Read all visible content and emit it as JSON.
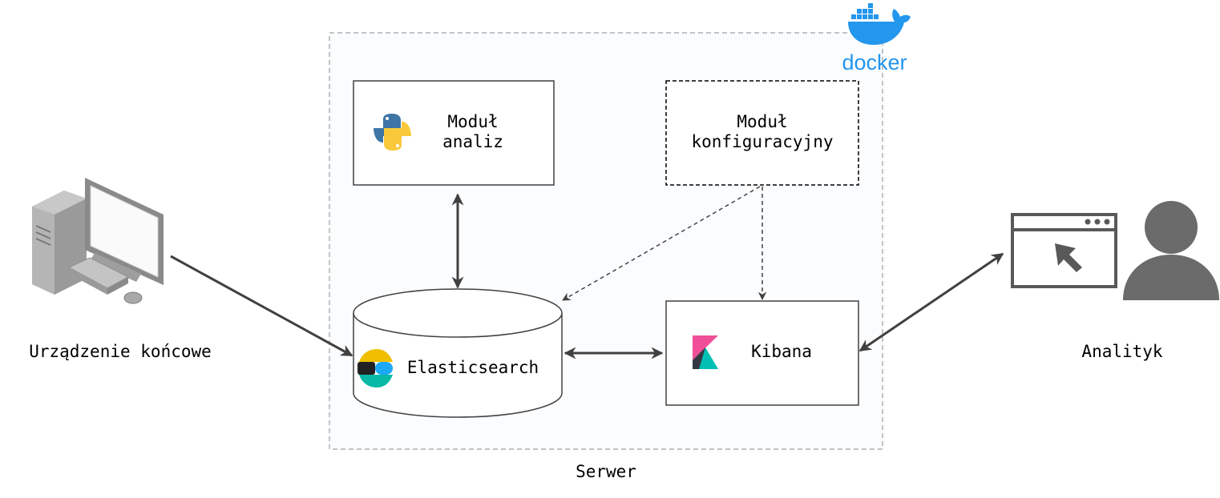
{
  "server": {
    "label": "Serwer",
    "platform": "docker"
  },
  "nodes": {
    "device": {
      "label": "Urządzenie końcowe",
      "icon": "desktop-computer-icon"
    },
    "analysis": {
      "line1": "Moduł",
      "line2": "analiz",
      "icon": "python-logo-icon"
    },
    "config": {
      "line1": "Moduł",
      "line2": "konfiguracyjny"
    },
    "elasticsearch": {
      "label": "Elasticsearch",
      "icon": "elasticsearch-logo-icon"
    },
    "kibana": {
      "label": "Kibana",
      "icon": "kibana-logo-icon"
    },
    "analyst": {
      "label": "Analityk",
      "icon": "user-with-browser-icon"
    }
  },
  "colors": {
    "line": "#404040",
    "docker": "#2396ED",
    "server_fill": "#fbfcfe",
    "server_border": "#b0b0b0",
    "icon_gray": "#6b6b6b"
  }
}
